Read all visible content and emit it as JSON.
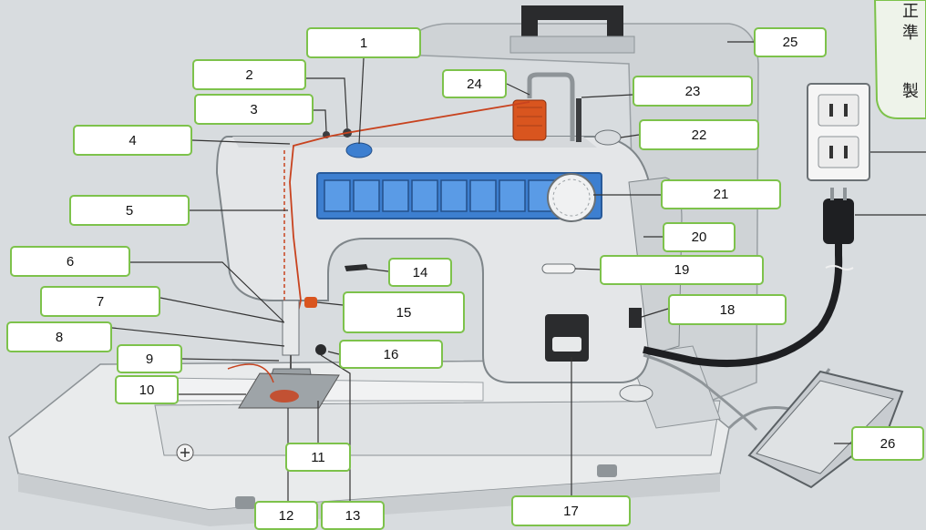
{
  "title": "",
  "side_text": {
    "line1": "正",
    "line2": "準",
    "line3": "製"
  },
  "callouts": [
    {
      "id": "1",
      "label": "1"
    },
    {
      "id": "2",
      "label": "2"
    },
    {
      "id": "3",
      "label": "3"
    },
    {
      "id": "4",
      "label": "4"
    },
    {
      "id": "5",
      "label": "5"
    },
    {
      "id": "6",
      "label": "6"
    },
    {
      "id": "7",
      "label": "7"
    },
    {
      "id": "8",
      "label": "8"
    },
    {
      "id": "9",
      "label": "9"
    },
    {
      "id": "10",
      "label": "10"
    },
    {
      "id": "11",
      "label": "11"
    },
    {
      "id": "12",
      "label": "12"
    },
    {
      "id": "13",
      "label": "13"
    },
    {
      "id": "14",
      "label": "14"
    },
    {
      "id": "15",
      "label": "15"
    },
    {
      "id": "16",
      "label": "16"
    },
    {
      "id": "17",
      "label": "17"
    },
    {
      "id": "18",
      "label": "18"
    },
    {
      "id": "19",
      "label": "19"
    },
    {
      "id": "20",
      "label": "20"
    },
    {
      "id": "21",
      "label": "21"
    },
    {
      "id": "22",
      "label": "22"
    },
    {
      "id": "23",
      "label": "23"
    },
    {
      "id": "24",
      "label": "24"
    },
    {
      "id": "25",
      "label": "25"
    },
    {
      "id": "26",
      "label": "26"
    }
  ],
  "colors": {
    "label_border": "#7dc24b",
    "machine_body": "#e4e6e8",
    "panel_blue": "#3d7fd0",
    "thread": "#c8431f",
    "cord": "#1e1f22"
  }
}
